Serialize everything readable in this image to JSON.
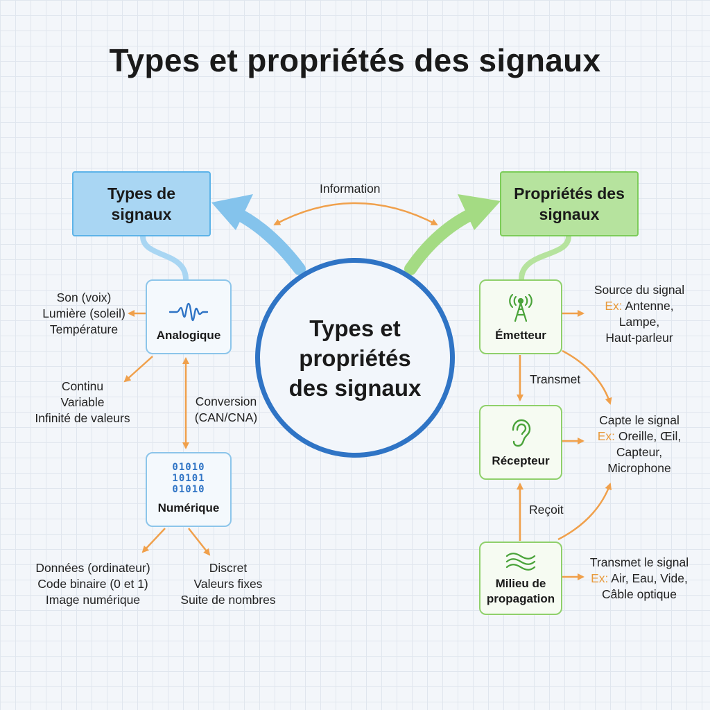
{
  "title": "Types et propriétés des signaux",
  "center": {
    "label": "Types et\npropriétés\ndes signaux"
  },
  "link_label": "Information",
  "colors": {
    "center_ring": "#2f74c5",
    "types_accent": "#5db3e8",
    "props_accent": "#7ccc59",
    "arrow_orange": "#f0a04b"
  },
  "types": {
    "header": "Types de\nsignaux",
    "analog": {
      "label": "Analogique",
      "icon": "waveform-icon",
      "examples": [
        "Son (voix)",
        "Lumière (soleil)",
        "Température"
      ],
      "properties": [
        "Continu",
        "Variable",
        "Infinité de valeurs"
      ]
    },
    "conversion": [
      "Conversion",
      "(CAN/CNA)"
    ],
    "digital": {
      "label": "Numérique",
      "icon": "binary-icon",
      "binary_rows": [
        "01010",
        "10101",
        "01010"
      ],
      "examples": [
        "Données (ordinateur)",
        "Code binaire (0 et 1)",
        "Image numérique"
      ],
      "properties": [
        "Discret",
        "Valeurs fixes",
        "Suite de nombres"
      ]
    }
  },
  "props": {
    "header": "Propriétés des\nsignaux",
    "emitter": {
      "label": "Émetteur",
      "icon": "antenna-icon",
      "desc": "Source du signal",
      "ex_prefix": "Ex:",
      "ex_rest": " Antenne,",
      "more": [
        "Lampe,",
        "Haut-parleur"
      ]
    },
    "transmit_label": "Transmet",
    "receiver": {
      "label": "Récepteur",
      "icon": "ear-icon",
      "desc": "Capte le signal",
      "ex_prefix": "Ex:",
      "ex_rest": " Oreille, Œil,",
      "more": [
        "Capteur,",
        "Microphone"
      ]
    },
    "receive_label": "Reçoit",
    "medium": {
      "label": "Milieu de\npropagation",
      "icon": "waves-icon",
      "desc": "Transmet le signal",
      "ex_prefix": "Ex:",
      "ex_rest": " Air, Eau, Vide,",
      "more": [
        "Câble optique"
      ]
    }
  }
}
